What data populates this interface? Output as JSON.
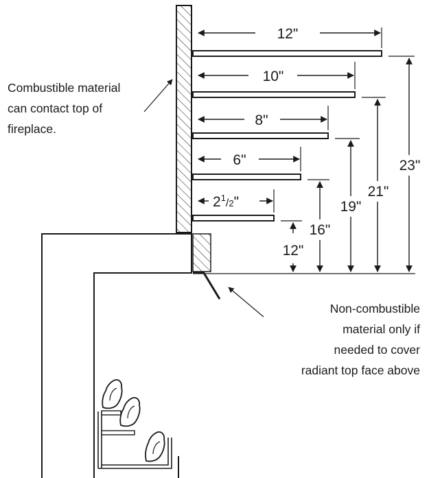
{
  "notes": {
    "combustible_lines": [
      "Combustible material",
      "can contact top of",
      "fireplace."
    ],
    "noncombustible_lines": [
      "Non-combustible",
      "material only if",
      "needed to cover",
      "radiant top face above"
    ]
  },
  "shelf_depths": {
    "s1": "12\"",
    "s2": "10\"",
    "s3": "8\"",
    "s4": "6\"",
    "s5_whole": "2",
    "s5_num": "1",
    "s5_den": "2",
    "s5_unit": "\""
  },
  "heights": {
    "h1": "23\"",
    "h2": "21\"",
    "h3": "19\"",
    "h4": "16\"",
    "h5": "12\""
  },
  "colors": {
    "ink": "#1a1a1a",
    "background": "#ffffff"
  }
}
